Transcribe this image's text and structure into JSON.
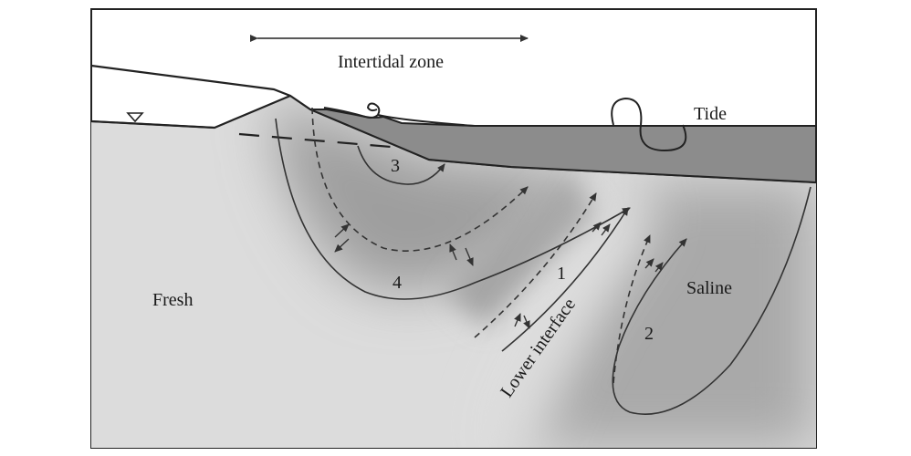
{
  "labels": {
    "intertidal_zone": "Intertidal zone",
    "tide": "Tide",
    "fresh": "Fresh",
    "saline": "Saline",
    "lower_interface": "Lower interface"
  },
  "cells": {
    "c1": "1",
    "c2": "2",
    "c3": "3",
    "c4": "4"
  },
  "colors": {
    "fresh_zone": "#dcdcdc",
    "saline_zone": "#a9a9a9",
    "upper_saline_plume": "#9a9a9a",
    "seawater": "#8a8a8a",
    "lines": "#333333"
  }
}
